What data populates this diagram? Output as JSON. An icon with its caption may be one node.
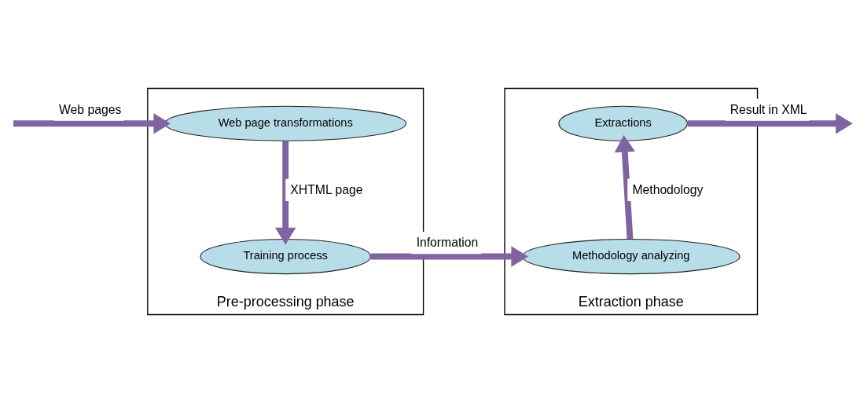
{
  "diagram": {
    "nodes": [
      {
        "text": [
          "Pre-processing phase"
        ]
      },
      {
        "text": [
          "Web page transformations"
        ],
        "in": 0
      },
      {
        "text": [
          "Training process"
        ],
        "in": 0
      },
      {
        "text": [
          "Extraction phase"
        ]
      },
      {
        "text": [
          "Extractions"
        ],
        "in": 3
      },
      {
        "text": [
          "Methodology analyzing"
        ],
        "in": 3
      }
    ],
    "edges": [
      {
        "from": null,
        "to": 1,
        "arrow": "to",
        "label": "Web pages"
      },
      {
        "from": 1,
        "to": 2,
        "arrow": "to",
        "label": "XHTML page"
      },
      {
        "from": 2,
        "to": 5,
        "arrow": "to",
        "label": "Information"
      },
      {
        "from": 5,
        "to": 4,
        "arrow": "to",
        "label": "Methodology"
      },
      {
        "from": 4,
        "to": null,
        "arrow": "to",
        "label": "Result in XML"
      }
    ]
  }
}
